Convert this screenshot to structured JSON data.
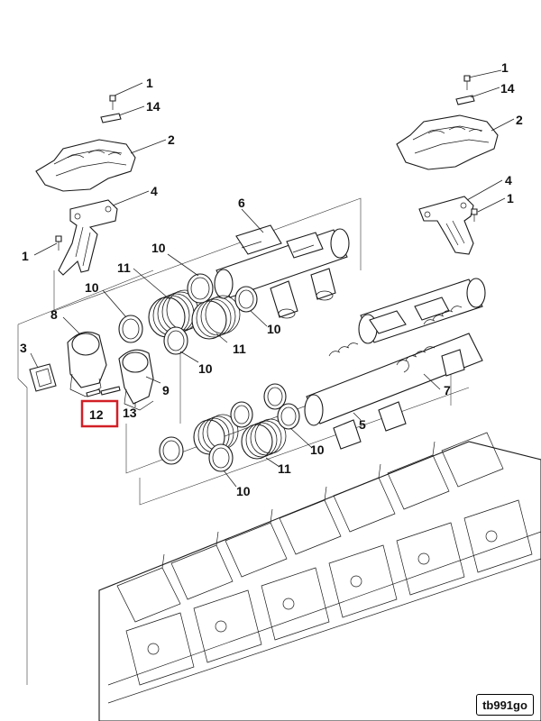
{
  "drawing_ref": "tb991go",
  "highlighted_callout": "12",
  "highlight_color": "#d21f26",
  "callouts": {
    "c1a": "1",
    "c14a": "14",
    "c2a": "2",
    "c4a": "4",
    "c1b": "1",
    "c6": "6",
    "c10a": "10",
    "c11a": "11",
    "c10b": "10",
    "c8": "8",
    "c10c": "10",
    "c11b": "11",
    "c10d": "10",
    "c3": "3",
    "c9": "9",
    "c12": "12",
    "c13": "13",
    "c1c": "1",
    "c14b": "14",
    "c2b": "2",
    "c4b": "4",
    "c1d": "1",
    "c7": "7",
    "c5": "5",
    "c10e": "10",
    "c11c": "11",
    "c10f": "10"
  }
}
